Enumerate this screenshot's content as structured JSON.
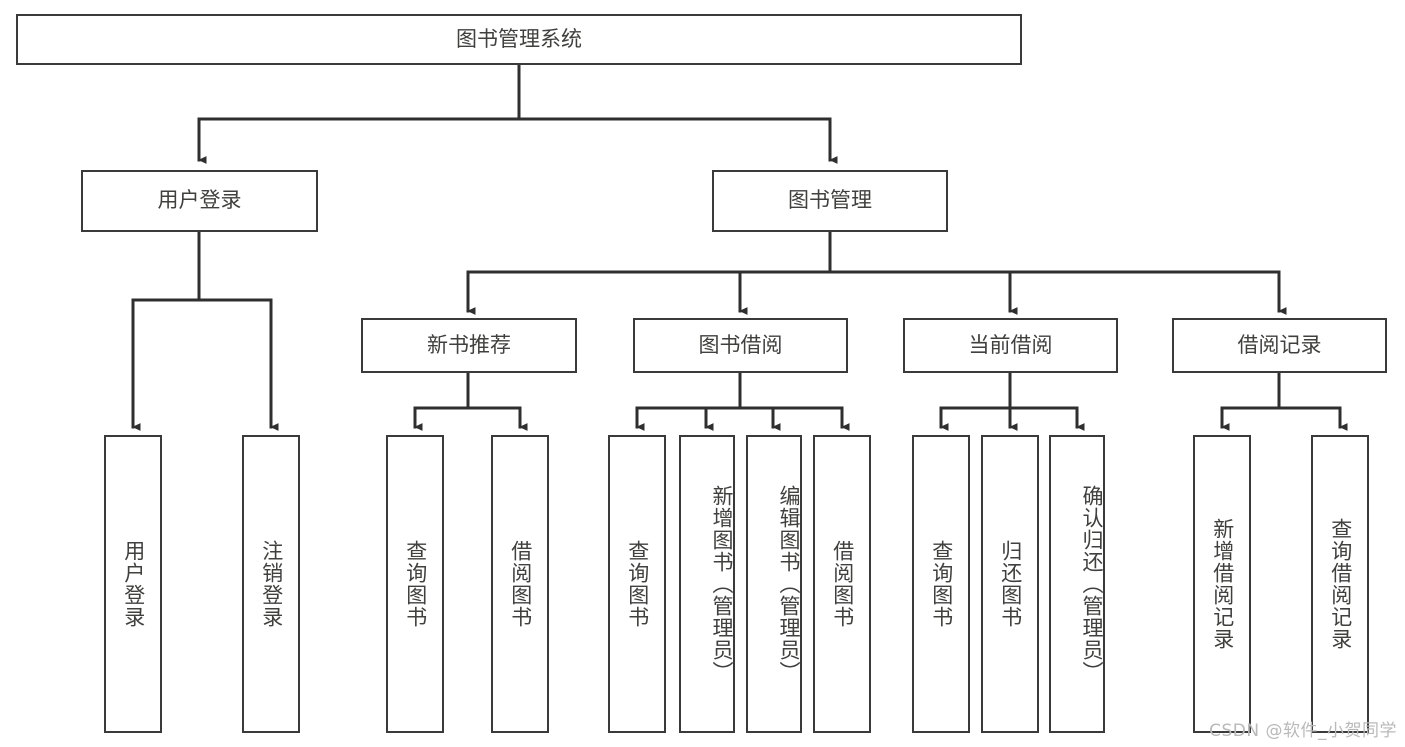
{
  "diagram": {
    "title": "图书管理系统",
    "type": "tree-hierarchy",
    "watermark": "CSDN @软件_小贺同学",
    "stroke_color": "#3a3a3a",
    "text_color": "#40403f",
    "background_color": "#ffffff",
    "root": {
      "label": "图书管理系统"
    },
    "level2": [
      {
        "label": "用户登录"
      },
      {
        "label": "图书管理"
      }
    ],
    "level3": [
      {
        "label": "新书推荐"
      },
      {
        "label": "图书借阅"
      },
      {
        "label": "当前借阅"
      },
      {
        "label": "借阅记录"
      }
    ],
    "leaves": {
      "user_login": [
        {
          "label": "用户登录"
        },
        {
          "label": "注销登录"
        }
      ],
      "new_book_recommend": [
        {
          "label": "查询图书"
        },
        {
          "label": "借阅图书"
        }
      ],
      "book_borrow": [
        {
          "label": "查询图书"
        },
        {
          "label": "新增图书（管理员）"
        },
        {
          "label": "编辑图书（管理员）"
        },
        {
          "label": "借阅图书"
        }
      ],
      "current_borrow": [
        {
          "label": "查询图书"
        },
        {
          "label": "归还图书"
        },
        {
          "label": "确认归还（管理员）"
        }
      ],
      "borrow_record": [
        {
          "label": "新增借阅记录"
        },
        {
          "label": "查询借阅记录"
        }
      ]
    }
  }
}
